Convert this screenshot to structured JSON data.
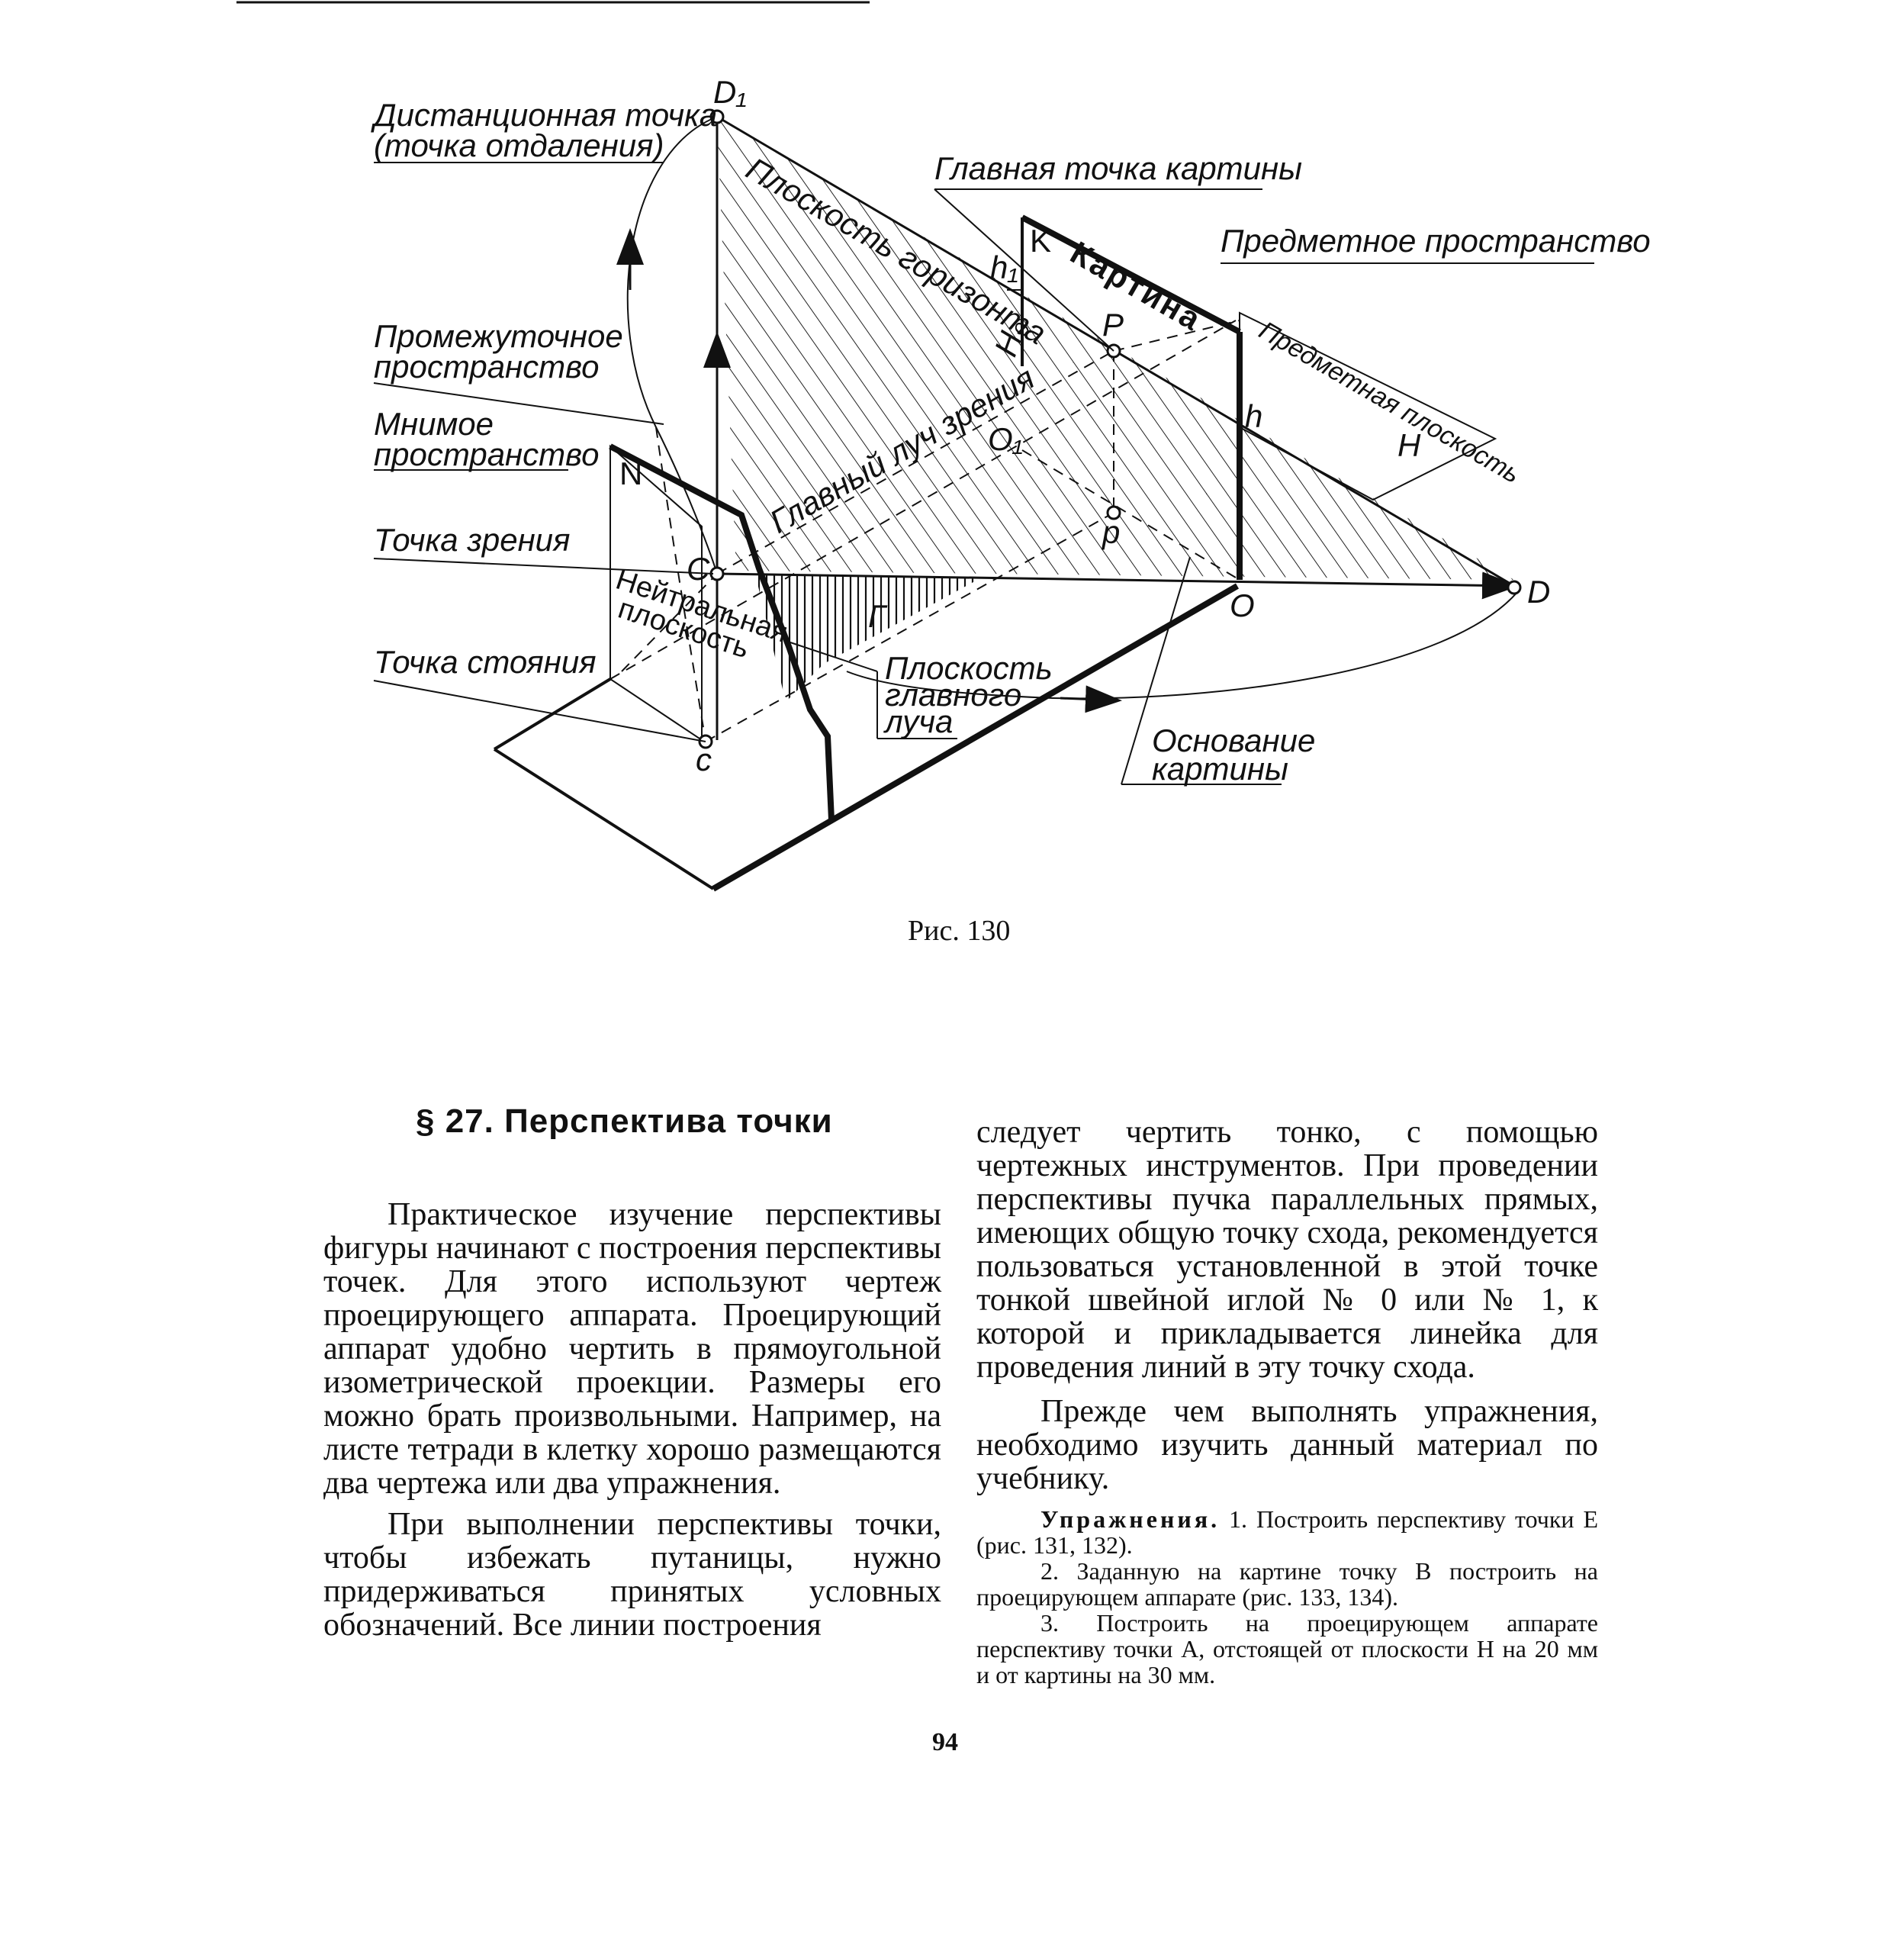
{
  "figure": {
    "caption": "Рис. 130",
    "labels": {
      "distance_point_1": "Дистанционная точка",
      "distance_point_2": "(точка отдаления)",
      "main_point": "Главная точка картины",
      "object_space": "Предметное пространство",
      "intermediate_space_1": "Промежуточное",
      "intermediate_space_2": "пространство",
      "imaginary_space_1": "Мнимое",
      "imaginary_space_2": "пространство",
      "eye_point": "Точка зрения",
      "station_point": "Точка стояния",
      "horizon_plane": "Плоскость горизонта",
      "picture_plane": "Картина",
      "object_plane": "Предметная плоскость",
      "object_plane_H": "H",
      "main_ray": "Главный луч зрения",
      "neutral_plane_1": "Нейтральная",
      "neutral_plane_2": "плоскость",
      "main_ray_plane_1": "Плоскость",
      "main_ray_plane_2": "главного",
      "main_ray_plane_3": "луча",
      "picture_base_1": "Основание",
      "picture_base_2": "картины",
      "pt_D1": "D₁",
      "pt_D": "D",
      "pt_K": "K",
      "pt_h1": "h₁",
      "pt_H0": "H₀",
      "pt_P": "P",
      "pt_h": "h",
      "pt_O1": "O₁",
      "pt_p": "p",
      "pt_O": "O",
      "pt_N": "N",
      "pt_C": "C",
      "pt_c": "c",
      "pt_G": "Г"
    }
  },
  "section_heading": "§ 27. Перспектива точки",
  "left_column": {
    "p1": "Практическое изучение перспективы фигуры начинают с построения перспективы точек. Для этого используют чертеж проецирующего аппарата. Проецирующий аппарат удобно чертить в прямоугольной изометрической проекции. Размеры его можно брать произвольными. Например, на листе тетради в клетку хорошо размещаются два чертежа или два упражнения.",
    "p2": "При выполнении перспективы точки, чтобы избежать путаницы, нужно придерживаться принятых условных обозначений. Все линии построения"
  },
  "right_column": {
    "p1": "следует чертить тонко, с помощью чертежных инструментов. При проведении перспективы пучка параллельных прямых, имеющих общую точку схода, рекомендуется пользоваться установленной в этой точке тонкой швейной иглой № 0 или № 1, к которой и прикладывается линейка для проведения линий в эту точку схода.",
    "p2": "Прежде чем выполнять упражнения, необходимо изучить данный материал по учебнику.",
    "ex_label": "Упражнения.",
    "ex1": "1. Построить перспективу точки E (рис. 131, 132).",
    "ex2": "2. Заданную на картине точку B построить на проецирующем аппарате (рис. 133, 134).",
    "ex3": "3. Построить на проецирующем аппарате перспективу точки A, отстоящей от плоскости H на 20 мм и от картины на 30 мм."
  },
  "page_number": "94"
}
